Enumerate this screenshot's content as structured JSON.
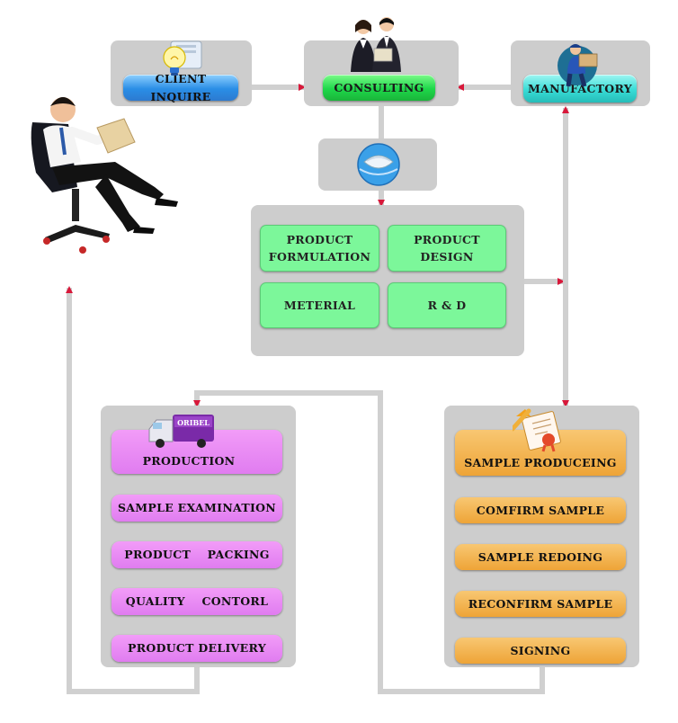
{
  "top": {
    "client_inquire": "CLIENT INQUIRE",
    "consulting": "CONSULTING",
    "manufactory": "MANUFACTORY"
  },
  "design": {
    "product_formulation": "PRODUCT\nFORMULATION",
    "product_design": "PRODUCT\nDESIGN",
    "meterial": "METERIAL",
    "rnd": "R & D"
  },
  "production": {
    "truck_label": "ORIBEL",
    "steps": [
      "PRODUCTION",
      "SAMPLE EXAMINATION",
      "PRODUCT    PACKING",
      "QUALITY    CONTORL",
      "PRODUCT DELIVERY"
    ]
  },
  "sample": {
    "steps": [
      "SAMPLE PRODUCEING",
      "COMFIRM SAMPLE",
      "SAMPLE REDOING",
      "RECONFIRM SAMPLE",
      "SIGNING"
    ]
  },
  "colors": {
    "connector": "#d0d0d0",
    "arrow": "#d8183a",
    "panel": "#cdcdcd"
  },
  "icons": [
    "lightbulb-icon",
    "business-people-icon",
    "delivery-man-icon",
    "computer-mouse-icon",
    "businessman-in-chair-icon",
    "delivery-truck-icon",
    "certificate-icon"
  ]
}
